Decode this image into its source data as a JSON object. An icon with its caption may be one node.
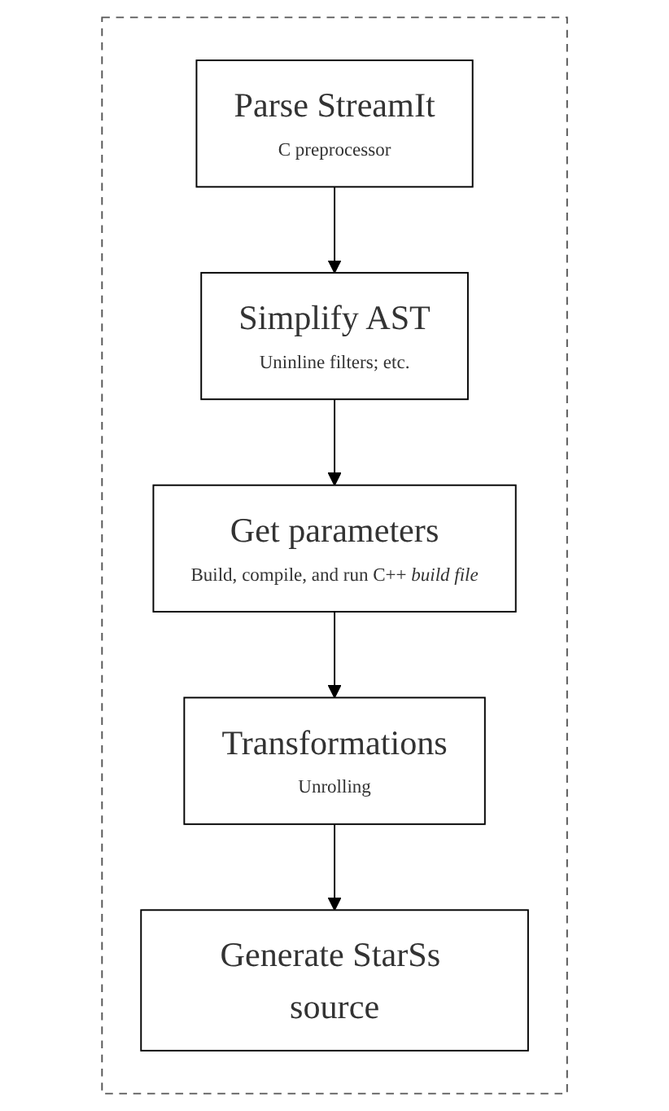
{
  "diagram": {
    "nodes": [
      {
        "text": [],
        "shape": "box"
      },
      {
        "text": [
          "Parse StreamIt",
          "C preprocessor"
        ],
        "in": 0
      },
      {
        "text": [
          "Simplify AST",
          "Uninline filters; etc."
        ],
        "in": 0
      },
      {
        "text": [
          "Get parameters",
          "Build, compile, and run C++ *build file*"
        ],
        "in": 0
      },
      {
        "text": [
          "Transformations",
          "Unrolling"
        ],
        "in": 0
      },
      {
        "text": [
          "Generate StarSs source"
        ],
        "in": 0
      }
    ],
    "edges": [
      {
        "from": 1,
        "to": 2,
        "arrow": "to"
      },
      {
        "from": 2,
        "to": 3,
        "arrow": "to"
      },
      {
        "from": 3,
        "to": 4,
        "arrow": "to"
      },
      {
        "from": 4,
        "to": 5,
        "arrow": "to"
      }
    ]
  }
}
